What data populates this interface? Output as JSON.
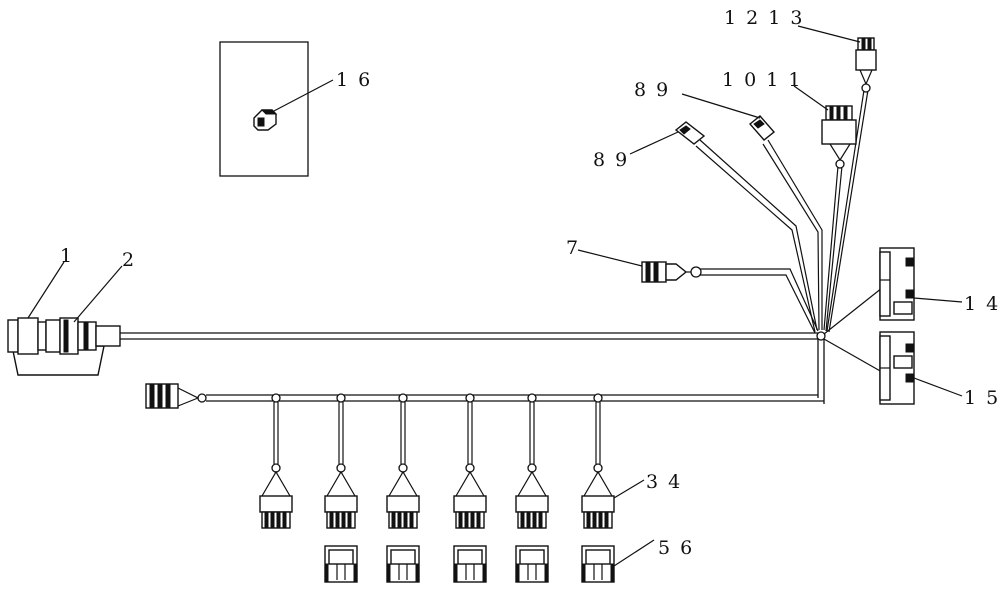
{
  "callouts": {
    "c1": "1",
    "c2": "2",
    "c34": "3  4",
    "c56": "5  6",
    "c7": "7",
    "c89_upper": "8  9",
    "c89_lower": "8  9",
    "c1011": "1 0 1  1",
    "c1213": "1  2 1  3",
    "c14": "1  4",
    "c15": "1  5",
    "c16": "1  6"
  },
  "colors": {
    "line": "#111111",
    "background": "#ffffff"
  }
}
